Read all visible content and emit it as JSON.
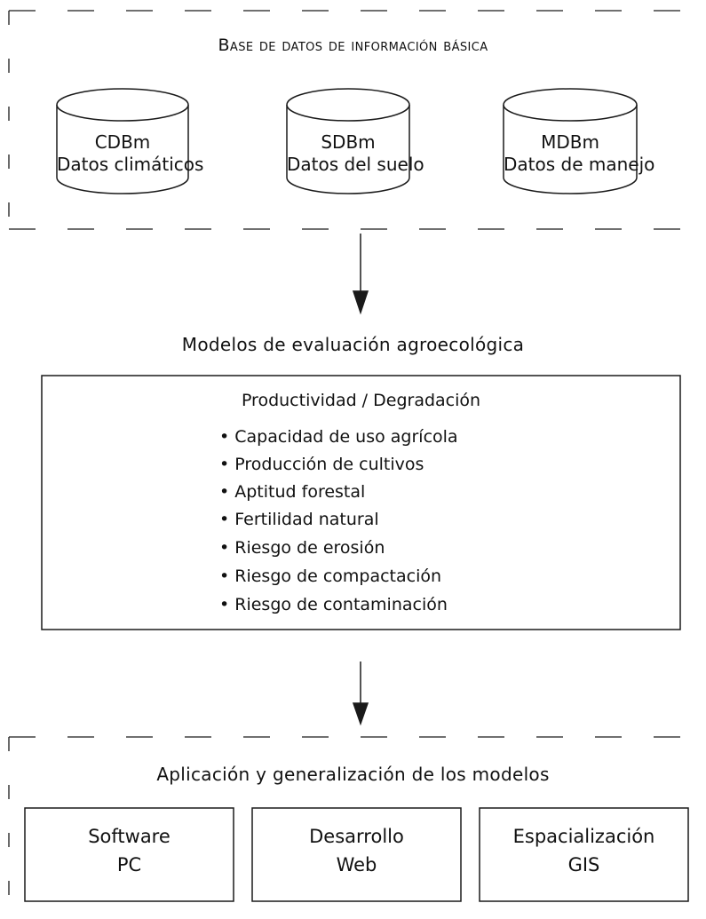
{
  "top_section": {
    "title": "Base de datos de información básica",
    "databases": [
      {
        "code": "CDBm",
        "label": "Datos climáticos"
      },
      {
        "code": "SDBm",
        "label": "Datos del suelo"
      },
      {
        "code": "MDBm",
        "label": "Datos de manejo"
      }
    ]
  },
  "middle_section": {
    "title": "Modelos de evaluación agroecológica",
    "subtitle": "Productividad / Degradación",
    "items": [
      "• Capacidad de uso agrícola",
      "• Producción de cultivos",
      "• Aptitud forestal",
      "• Fertilidad natural",
      "• Riesgo de erosión",
      "• Riesgo de compactación",
      "• Riesgo de contaminación"
    ]
  },
  "bottom_section": {
    "title": "Aplicación y generalización de los modelos",
    "boxes": [
      {
        "line1": "Software",
        "line2": "PC"
      },
      {
        "line1": "Desarrollo",
        "line2": "Web"
      },
      {
        "line1": "Espacialización",
        "line2": "GIS"
      }
    ]
  },
  "colors": {
    "stroke": "#1a1a1a",
    "background": "#ffffff"
  }
}
